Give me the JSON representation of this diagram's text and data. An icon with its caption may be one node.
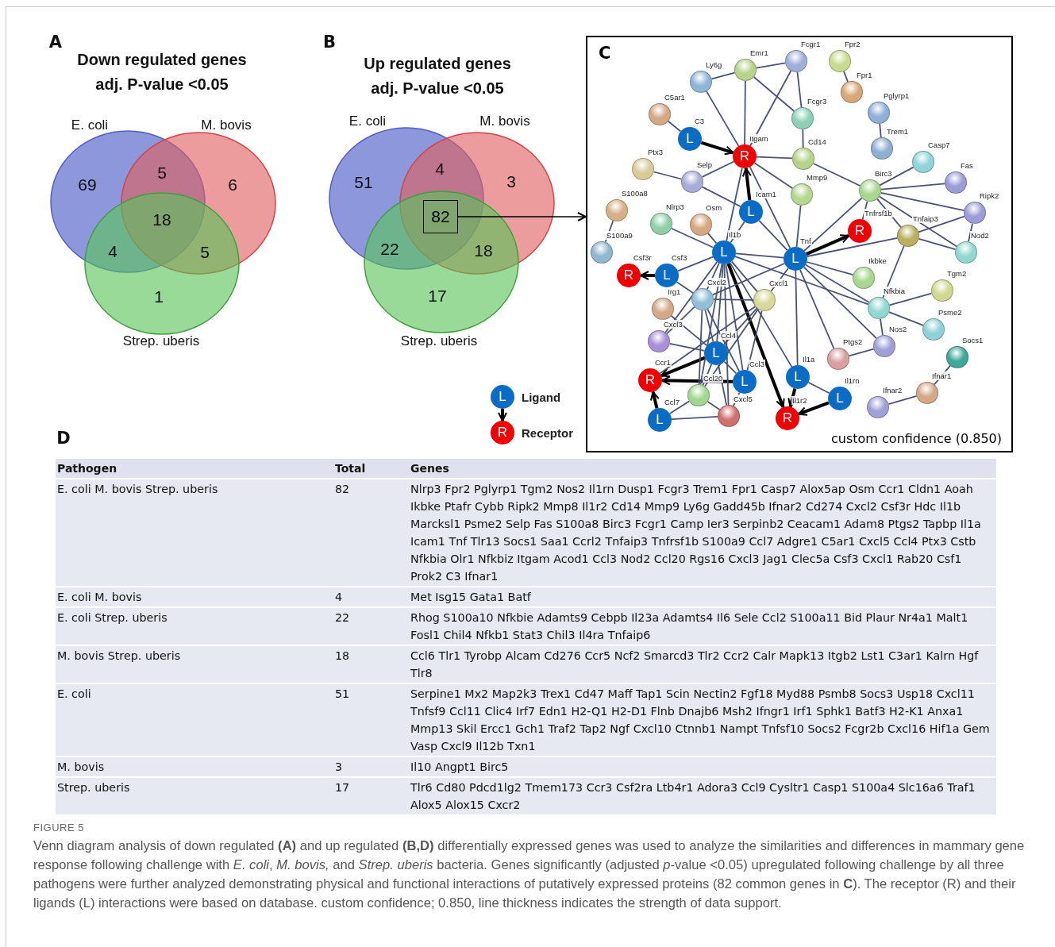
{
  "diagram": {
    "caption": "Venn diagram analysis of down regulated **(A)** and up regulated **(B,D)** differentially expressed genes was used to analyze the similarities and differences in mammary gene response following challenge with *E. coli*, *M. bovis,* and *Strep. uberis* bacteria. Genes significantly (adjusted *p*-value <0.05) upregulated following challenge by all three pathogens were further analyzed demonstrating physical and functional interactions of putatively expressed proteins (82 common genes in **C**). The receptor (R) and their ligands (L) interactions were based on database. custom confidence; 0.850, line thickness indicates the strength of data support.",
    "nodes": [
      {
        "text": [
          "82"
        ]
      },
      {
        "text": [
          "C",
          "custom confidence (0.850)"
        ]
      },
      {
        "text": [],
        "shape": "circle",
        "beside": [
          "Ly6g"
        ],
        "in": 1
      },
      {
        "text": [],
        "shape": "circle",
        "beside": [
          "Emr1"
        ],
        "in": 1
      },
      {
        "text": [],
        "shape": "circle",
        "beside": [
          "Fcgr1"
        ],
        "in": 1
      },
      {
        "text": [],
        "shape": "circle",
        "beside": [
          "Fpr2"
        ],
        "in": 1
      },
      {
        "text": [],
        "shape": "circle",
        "beside": [
          "Fpr1"
        ],
        "in": 1
      },
      {
        "text": [],
        "shape": "circle",
        "beside": [
          "C5ar1"
        ],
        "in": 1
      },
      {
        "text": [],
        "shape": "circle",
        "beside": [
          "Pglyrp1"
        ],
        "in": 1
      },
      {
        "text": [],
        "shape": "circle",
        "beside": [
          "Fcgr3"
        ],
        "in": 1
      },
      {
        "text": [
          "L"
        ],
        "beside": [
          "C3"
        ],
        "in": 1
      },
      {
        "text": [],
        "shape": "circle",
        "beside": [
          "Trem1"
        ],
        "in": 1
      },
      {
        "text": [
          "R"
        ],
        "beside": [
          "Itgam"
        ],
        "in": 1
      },
      {
        "text": [],
        "shape": "circle",
        "beside": [
          "Cd14"
        ],
        "in": 1
      },
      {
        "text": [],
        "shape": "circle",
        "beside": [
          "Casp7"
        ],
        "in": 1
      },
      {
        "text": [],
        "shape": "circle",
        "beside": [
          "Ptx3"
        ],
        "in": 1
      },
      {
        "text": [],
        "shape": "circle",
        "beside": [
          "Selp"
        ],
        "in": 1
      },
      {
        "text": [],
        "shape": "circle",
        "beside": [
          "Fas"
        ],
        "in": 1
      },
      {
        "text": [],
        "shape": "circle",
        "beside": [
          "Birc3"
        ],
        "in": 1
      },
      {
        "text": [],
        "shape": "circle",
        "beside": [
          "Mmp9"
        ],
        "in": 1
      },
      {
        "text": [],
        "shape": "circle",
        "beside": [
          "S100a8"
        ],
        "in": 1
      },
      {
        "text": [
          "L"
        ],
        "beside": [
          "Icam1"
        ],
        "in": 1
      },
      {
        "text": [],
        "shape": "circle",
        "beside": [
          "Ripk2"
        ],
        "in": 1
      },
      {
        "text": [],
        "shape": "circle",
        "beside": [
          "Nlrp3"
        ],
        "in": 1
      },
      {
        "text": [],
        "shape": "circle",
        "beside": [
          "Osm"
        ],
        "in": 1
      },
      {
        "text": [
          "R"
        ],
        "beside": [
          "Tnfrsf1b"
        ],
        "in": 1
      },
      {
        "text": [],
        "shape": "circle",
        "beside": [
          "Tnfaip3"
        ],
        "in": 1
      },
      {
        "text": [],
        "shape": "circle",
        "beside": [
          "S100a9"
        ],
        "in": 1
      },
      {
        "text": [
          "L"
        ],
        "beside": [
          "Il1b"
        ],
        "in": 1
      },
      {
        "text": [],
        "shape": "circle",
        "beside": [
          "Nod2"
        ],
        "in": 1
      },
      {
        "text": [
          "L"
        ],
        "beside": [
          "Tnf"
        ],
        "in": 1
      },
      {
        "text": [
          "R"
        ],
        "beside": [
          "Csf3r"
        ],
        "in": 1
      },
      {
        "text": [
          "L"
        ],
        "beside": [
          "Csf3"
        ],
        "in": 1
      },
      {
        "text": [],
        "shape": "circle",
        "beside": [
          "Ikbke"
        ],
        "in": 1
      },
      {
        "text": [],
        "shape": "circle",
        "beside": [
          "Tgm2"
        ],
        "in": 1
      },
      {
        "text": [],
        "shape": "circle",
        "beside": [
          "Cxcl2"
        ],
        "in": 1
      },
      {
        "text": [],
        "shape": "circle",
        "beside": [
          "Cxcl1"
        ],
        "in": 1
      },
      {
        "text": [],
        "shape": "circle",
        "beside": [
          "Nfkbia"
        ],
        "in": 1
      },
      {
        "text": [],
        "shape": "circle",
        "beside": [
          "Irg1"
        ],
        "in": 1
      },
      {
        "text": [],
        "shape": "circle",
        "beside": [
          "Psme2"
        ],
        "in": 1
      },
      {
        "text": [],
        "shape": "circle",
        "beside": [
          "Cxcl3"
        ],
        "in": 1
      },
      {
        "text": [],
        "shape": "circle",
        "beside": [
          "Nos2"
        ],
        "in": 1
      },
      {
        "text": [
          "L"
        ],
        "beside": [
          "Ccl4"
        ],
        "in": 1
      },
      {
        "text": [],
        "shape": "circle",
        "beside": [
          "Socs1"
        ],
        "in": 1
      },
      {
        "text": [],
        "shape": "circle",
        "beside": [
          "Ptgs2"
        ],
        "in": 1
      },
      {
        "text": [
          "L"
        ],
        "beside": [
          "Il1a"
        ],
        "in": 1
      },
      {
        "text": [
          "R"
        ],
        "beside": [
          "Ccr1"
        ],
        "in": 1
      },
      {
        "text": [
          "L"
        ],
        "beside": [
          "Ccl3"
        ],
        "in": 1
      },
      {
        "text": [],
        "shape": "circle",
        "beside": [
          "Ifnar1"
        ],
        "in": 1
      },
      {
        "text": [],
        "shape": "circle",
        "beside": [
          "Ccl20"
        ],
        "in": 1
      },
      {
        "text": [
          "L"
        ],
        "beside": [
          "Il1rn"
        ],
        "in": 1
      },
      {
        "text": [],
        "shape": "circle",
        "beside": [
          "Ifnar2"
        ],
        "in": 1
      },
      {
        "text": [],
        "shape": "circle",
        "beside": [
          "Cxcl5"
        ],
        "in": 1
      },
      {
        "text": [
          "R"
        ],
        "beside": [
          "Il1r2"
        ],
        "in": 1
      },
      {
        "text": [
          "L"
        ],
        "beside": [
          "Ccl7"
        ],
        "in": 1
      },
      {
        "text": [
          "L"
        ],
        "beside": [
          "Ligand"
        ]
      },
      {
        "text": [
          "R"
        ],
        "beside": [
          "Receptor"
        ]
      }
    ],
    "edges": [
      {
        "from": 0,
        "to": 1,
        "arrow": "to",
        "color": "#000000"
      },
      {
        "from": 10,
        "to": 12,
        "arrow": "to",
        "style": "thick",
        "color": "#000000"
      },
      {
        "from": 21,
        "to": 12,
        "arrow": "to",
        "style": "thick",
        "color": "#000000"
      },
      {
        "from": 30,
        "to": 25,
        "arrow": "to",
        "style": "thick",
        "color": "#000000"
      },
      {
        "from": 32,
        "to": 31,
        "arrow": "to",
        "style": "thick",
        "color": "#000000"
      },
      {
        "from": 42,
        "to": 46,
        "arrow": "to",
        "style": "thick",
        "color": "#000000"
      },
      {
        "from": 47,
        "to": 46,
        "arrow": "to",
        "style": "thick",
        "color": "#000000"
      },
      {
        "from": 54,
        "to": 46,
        "arrow": "to",
        "style": "thick",
        "color": "#000000"
      },
      {
        "from": 28,
        "to": 53,
        "arrow": "to",
        "style": "thick",
        "color": "#000000"
      },
      {
        "from": 45,
        "to": 53,
        "arrow": "to",
        "style": "thick",
        "color": "#000000"
      },
      {
        "from": 50,
        "to": 53,
        "arrow": "to",
        "style": "thick",
        "color": "#000000"
      },
      {
        "from": 55,
        "to": 56,
        "arrow": "to",
        "style": "thick",
        "color": "#000000"
      },
      {
        "from": 2,
        "to": 12,
        "arrow": "none"
      },
      {
        "from": 2,
        "to": 3,
        "arrow": "none"
      },
      {
        "from": 3,
        "to": 12,
        "arrow": "none"
      },
      {
        "from": 3,
        "to": 4,
        "arrow": "none"
      },
      {
        "from": 3,
        "to": 9,
        "arrow": "none"
      },
      {
        "from": 4,
        "to": 12,
        "arrow": "none"
      },
      {
        "from": 4,
        "to": 9,
        "arrow": "none"
      },
      {
        "from": 9,
        "to": 13,
        "arrow": "none"
      },
      {
        "from": 5,
        "to": 6,
        "arrow": "none"
      },
      {
        "from": 8,
        "to": 11,
        "arrow": "none"
      },
      {
        "from": 13,
        "to": 12,
        "arrow": "none"
      },
      {
        "from": 13,
        "to": 18,
        "arrow": "none"
      },
      {
        "from": 7,
        "to": 10,
        "arrow": "none"
      },
      {
        "from": 15,
        "to": 16,
        "arrow": "none"
      },
      {
        "from": 16,
        "to": 12,
        "arrow": "none"
      },
      {
        "from": 16,
        "to": 21,
        "arrow": "none"
      },
      {
        "from": 12,
        "to": 28,
        "arrow": "none"
      },
      {
        "from": 12,
        "to": 30,
        "arrow": "none"
      },
      {
        "from": 12,
        "to": 19,
        "arrow": "none"
      },
      {
        "from": 20,
        "to": 27,
        "arrow": "none"
      },
      {
        "from": 23,
        "to": 28,
        "arrow": "none"
      },
      {
        "from": 24,
        "to": 28,
        "arrow": "none"
      },
      {
        "from": 21,
        "to": 28,
        "arrow": "none"
      },
      {
        "from": 21,
        "to": 30,
        "arrow": "none"
      },
      {
        "from": 19,
        "to": 30,
        "arrow": "none"
      },
      {
        "from": 18,
        "to": 14,
        "arrow": "none"
      },
      {
        "from": 18,
        "to": 17,
        "arrow": "none"
      },
      {
        "from": 18,
        "to": 22,
        "arrow": "none"
      },
      {
        "from": 18,
        "to": 25,
        "arrow": "none"
      },
      {
        "from": 18,
        "to": 30,
        "arrow": "none"
      },
      {
        "from": 18,
        "to": 26,
        "arrow": "none"
      },
      {
        "from": 18,
        "to": 29,
        "arrow": "none"
      },
      {
        "from": 22,
        "to": 26,
        "arrow": "none"
      },
      {
        "from": 22,
        "to": 29,
        "arrow": "none"
      },
      {
        "from": 26,
        "to": 29,
        "arrow": "none"
      },
      {
        "from": 26,
        "to": 30,
        "arrow": "none"
      },
      {
        "from": 26,
        "to": 37,
        "arrow": "none"
      },
      {
        "from": 30,
        "to": 28,
        "arrow": "none"
      },
      {
        "from": 30,
        "to": 33,
        "arrow": "none"
      },
      {
        "from": 30,
        "to": 37,
        "arrow": "none"
      },
      {
        "from": 30,
        "to": 41,
        "arrow": "none"
      },
      {
        "from": 30,
        "to": 44,
        "arrow": "none"
      },
      {
        "from": 30,
        "to": 45,
        "arrow": "none"
      },
      {
        "from": 30,
        "to": 36,
        "arrow": "none"
      },
      {
        "from": 30,
        "to": 35,
        "arrow": "none"
      },
      {
        "from": 28,
        "to": 32,
        "arrow": "none"
      },
      {
        "from": 28,
        "to": 35,
        "arrow": "none"
      },
      {
        "from": 28,
        "to": 36,
        "arrow": "none"
      },
      {
        "from": 28,
        "to": 42,
        "arrow": "none"
      },
      {
        "from": 28,
        "to": 47,
        "arrow": "none"
      },
      {
        "from": 28,
        "to": 49,
        "arrow": "none"
      },
      {
        "from": 28,
        "to": 52,
        "arrow": "none"
      },
      {
        "from": 28,
        "to": 40,
        "arrow": "none"
      },
      {
        "from": 28,
        "to": 37,
        "arrow": "none"
      },
      {
        "from": 28,
        "to": 45,
        "arrow": "none"
      },
      {
        "from": 32,
        "to": 35,
        "arrow": "none"
      },
      {
        "from": 35,
        "to": 36,
        "arrow": "none"
      },
      {
        "from": 35,
        "to": 42,
        "arrow": "none"
      },
      {
        "from": 35,
        "to": 47,
        "arrow": "none"
      },
      {
        "from": 35,
        "to": 49,
        "arrow": "none"
      },
      {
        "from": 36,
        "to": 42,
        "arrow": "none"
      },
      {
        "from": 36,
        "to": 47,
        "arrow": "none"
      },
      {
        "from": 36,
        "to": 46,
        "arrow": "none"
      },
      {
        "from": 36,
        "to": 49,
        "arrow": "none"
      },
      {
        "from": 40,
        "to": 42,
        "arrow": "none"
      },
      {
        "from": 40,
        "to": 35,
        "arrow": "none"
      },
      {
        "from": 38,
        "to": 42,
        "arrow": "none"
      },
      {
        "from": 42,
        "to": 47,
        "arrow": "none"
      },
      {
        "from": 42,
        "to": 49,
        "arrow": "none"
      },
      {
        "from": 42,
        "to": 52,
        "arrow": "none"
      },
      {
        "from": 49,
        "to": 52,
        "arrow": "none"
      },
      {
        "from": 54,
        "to": 52,
        "arrow": "none"
      },
      {
        "from": 54,
        "to": 49,
        "arrow": "none"
      },
      {
        "from": 47,
        "to": 52,
        "arrow": "none"
      },
      {
        "from": 37,
        "to": 34,
        "arrow": "none"
      },
      {
        "from": 37,
        "to": 39,
        "arrow": "none"
      },
      {
        "from": 37,
        "to": 41,
        "arrow": "none"
      },
      {
        "from": 41,
        "to": 44,
        "arrow": "none"
      },
      {
        "from": 43,
        "to": 48,
        "arrow": "none"
      },
      {
        "from": 48,
        "to": 51,
        "arrow": "none"
      },
      {
        "from": 45,
        "to": 50,
        "arrow": "none"
      }
    ],
    "labels": [
      "A",
      "Down regulated genes adj. P-value <0.05",
      "E. coli",
      "M. bovis",
      "69",
      "5",
      "6",
      "18",
      "4",
      "5",
      "1",
      "Strep. uberis",
      "B",
      "Up regulated genes adj. P-value <0.05",
      "E. coli",
      "M. bovis",
      "51",
      "4",
      "3",
      "22",
      "18",
      "17",
      "Strep. uberis",
      "D",
      "Pathogen",
      "Total",
      "Genes",
      "E. coli M. bovis Strep. uberis",
      "82",
      "Nlrp3 Fpr2 Pglyrp1 Tgm2 Nos2 Il1rn Dusp1 Fcgr3 Trem1 Fpr1 Casp7 Alox5ap Osm Ccr1 Cldn1 Aoah Ikbke Ptafr Cybb Ripk2 Mmp8 Il1r2 Cd14 Mmp9 Ly6g Gadd45b Ifnar2 Cd274 Cxcl2 Csf3r Hdc Il1b Marcksl1 Psme2 Selp Fas S100a8 Birc3 Fcgr1 Camp Ier3 Serpinb2 Ceacam1 Adam8 Ptgs2 Tapbp Il1a Icam1 Tnf Tlr13 Socs1 Saa1 Ccrl2 Tnfaip3 Tnfrsf1b S100a9 Ccl7 Adgre1 C5ar1 Cxcl5 Ccl4 Ptx3 Cstb Nfkbia Olr1 Nfkbiz Itgam Acod1 Ccl3 Nod2 Ccl20 Rgs16 Cxcl3 Jag1 Clec5a Csf3 Cxcl1 Rab20 Csf1 Prok2 C3 Ifnar1",
      "E. coli M. bovis",
      "4",
      "Met Isg15 Gata1 Batf",
      "E. coli Strep. uberis",
      "22",
      "Rhog S100a10 Nfkbie Adamts9 Cebpb Il23a Adamts4 Il6 Sele Ccl2 S100a11 Bid Plaur Nr4a1 Malt1 Fosl1 Chil4 Nfkb1 Stat3 Chil3 Il4ra Tnfaip6",
      "M. bovis Strep. uberis",
      "18",
      "Ccl6 Tlr1 Tyrobp Alcam Cd276 Ccr5 Ncf2 Smarcd3 Tlr2 Ccr2 Calr Mapk13 Itgb2 Lst1 C3ar1 Kalrn Hgf Tlr8",
      "E. coli",
      "51",
      "Serpine1 Mx2 Map2k3 Trex1 Cd47 Maff Tap1 Scin Nectin2 Fgf18 Myd88 Psmb8 Socs3 Usp18 Cxcl11 Tnfsf9 Ccl11 Clic4 Irf7 Edn1 H2-Q1 H2-D1 Flnb Dnajb6 Msh2 Ifngr1 Irf1 Sphk1 Batf3 H2-K1 Anxa1 Mmp13 Skil Ercc1 Gch1 Traf2 Tap2 Ngf Cxcl10 Ctnnb1 Nampt Tnfsf10 Socs2 Fcgr2b Cxcl16 Hif1a Gem Vasp Cxcl9 Il12b Txn1",
      "M. bovis",
      "3",
      "Il10 Angpt1 Birc5",
      "Strep. uberis",
      "17",
      "Tlr6 Cd80 Pdcd1lg2 Tmem173 Ccr3 Csf2ra Ltb4r1 Adora3 Ccl9 Cysltr1 Casp1 S100a4 Slc16a6 Traf1 Alox5 Alox15 Cxcr2",
      "FIGURE 5"
    ]
  }
}
